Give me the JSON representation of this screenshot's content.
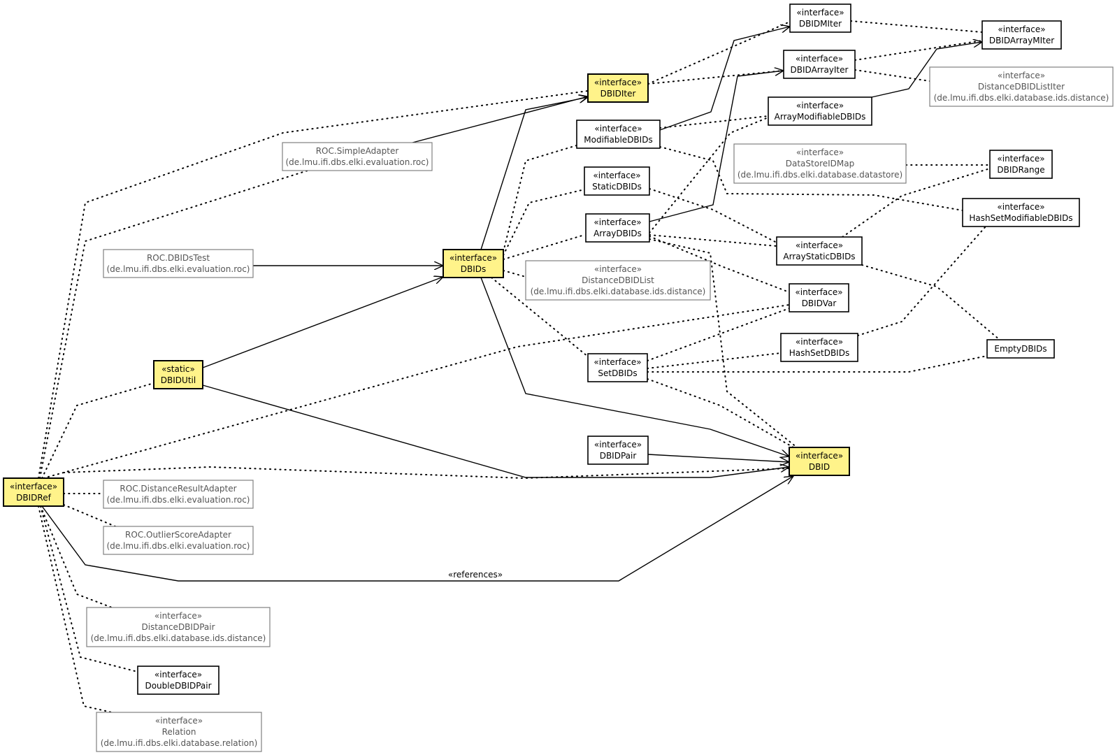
{
  "diagram": {
    "colors": {
      "highlight_fill": "#fff38a",
      "node_fill": "#ffffff",
      "node_border": "#000000",
      "external_border": "#808080",
      "external_text": "#555555",
      "edge": "#000000"
    },
    "nodes": [
      {
        "id": "DBIDMIter",
        "lines": [
          "«interface»",
          "DBIDMIter"
        ],
        "style": "plain"
      },
      {
        "id": "DBIDArrayMIter",
        "lines": [
          "«interface»",
          "DBIDArrayMIter"
        ],
        "style": "plain"
      },
      {
        "id": "DBIDArrayIter",
        "lines": [
          "«interface»",
          "DBIDArrayIter"
        ],
        "style": "plain"
      },
      {
        "id": "DistanceDBIDListIter",
        "lines": [
          "«interface»",
          "DistanceDBIDListIter",
          "(de.lmu.ifi.dbs.elki.database.ids.distance)"
        ],
        "style": "external"
      },
      {
        "id": "DBIDIter",
        "lines": [
          "«interface»",
          "DBIDIter"
        ],
        "style": "highlight"
      },
      {
        "id": "ArrayModifiableDBIDs",
        "lines": [
          "«interface»",
          "ArrayModifiableDBIDs"
        ],
        "style": "plain"
      },
      {
        "id": "ModifiableDBIDs",
        "lines": [
          "«interface»",
          "ModifiableDBIDs"
        ],
        "style": "plain"
      },
      {
        "id": "SimpleAdapter",
        "lines": [
          "ROC.SimpleAdapter",
          "(de.lmu.ifi.dbs.elki.evaluation.roc)"
        ],
        "style": "external"
      },
      {
        "id": "DataStoreIDMap",
        "lines": [
          "«interface»",
          "DataStoreIDMap",
          "(de.lmu.ifi.dbs.elki.database.datastore)"
        ],
        "style": "external"
      },
      {
        "id": "DBIDRange",
        "lines": [
          "«interface»",
          "DBIDRange"
        ],
        "style": "plain"
      },
      {
        "id": "StaticDBIDs",
        "lines": [
          "«interface»",
          "StaticDBIDs"
        ],
        "style": "plain"
      },
      {
        "id": "HashSetModifiableDBIDs",
        "lines": [
          "«interface»",
          "HashSetModifiableDBIDs"
        ],
        "style": "plain"
      },
      {
        "id": "ArrayDBIDs",
        "lines": [
          "«interface»",
          "ArrayDBIDs"
        ],
        "style": "plain"
      },
      {
        "id": "ArrayStaticDBIDs",
        "lines": [
          "«interface»",
          "ArrayStaticDBIDs"
        ],
        "style": "plain"
      },
      {
        "id": "DBIDsTest",
        "lines": [
          "ROC.DBIDsTest",
          "(de.lmu.ifi.dbs.elki.evaluation.roc)"
        ],
        "style": "external"
      },
      {
        "id": "DBIDs",
        "lines": [
          "«interface»",
          "DBIDs"
        ],
        "style": "highlight"
      },
      {
        "id": "DistanceDBIDList",
        "lines": [
          "«interface»",
          "DistanceDBIDList",
          "(de.lmu.ifi.dbs.elki.database.ids.distance)"
        ],
        "style": "external"
      },
      {
        "id": "DBIDVar",
        "lines": [
          "«interface»",
          "DBIDVar"
        ],
        "style": "plain"
      },
      {
        "id": "HashSetDBIDs",
        "lines": [
          "«interface»",
          "HashSetDBIDs"
        ],
        "style": "plain"
      },
      {
        "id": "EmptyDBIDs",
        "lines": [
          "EmptyDBIDs"
        ],
        "style": "plain"
      },
      {
        "id": "SetDBIDs",
        "lines": [
          "«interface»",
          "SetDBIDs"
        ],
        "style": "plain"
      },
      {
        "id": "DBIDUtil",
        "lines": [
          "«static»",
          "DBIDUtil"
        ],
        "style": "highlight"
      },
      {
        "id": "DBIDPair",
        "lines": [
          "«interface»",
          "DBIDPair"
        ],
        "style": "plain"
      },
      {
        "id": "DBID",
        "lines": [
          "«interface»",
          "DBID"
        ],
        "style": "highlight"
      },
      {
        "id": "DBIDRef",
        "lines": [
          "«interface»",
          "DBIDRef"
        ],
        "style": "highlight"
      },
      {
        "id": "DistanceResultAdapter",
        "lines": [
          "ROC.DistanceResultAdapter",
          "(de.lmu.ifi.dbs.elki.evaluation.roc)"
        ],
        "style": "external"
      },
      {
        "id": "OutlierScoreAdapter",
        "lines": [
          "ROC.OutlierScoreAdapter",
          "(de.lmu.ifi.dbs.elki.evaluation.roc)"
        ],
        "style": "external"
      },
      {
        "id": "DistanceDBIDPair",
        "lines": [
          "«interface»",
          "DistanceDBIDPair",
          "(de.lmu.ifi.dbs.elki.database.ids.distance)"
        ],
        "style": "external"
      },
      {
        "id": "DoubleDBIDPair",
        "lines": [
          "«interface»",
          "DoubleDBIDPair"
        ],
        "style": "plain"
      },
      {
        "id": "Relation",
        "lines": [
          "«interface»",
          "Relation",
          "(de.lmu.ifi.dbs.elki.database.relation)"
        ],
        "style": "external"
      }
    ],
    "edges": [
      {
        "from": "SimpleAdapter",
        "to": "DBIDIter",
        "kind": "solid"
      },
      {
        "from": "DBIDs",
        "to": "DBIDIter",
        "kind": "solid"
      },
      {
        "from": "ModifiableDBIDs",
        "to": "DBIDMIter",
        "kind": "solid"
      },
      {
        "from": "ArrayDBIDs",
        "to": "DBIDArrayIter",
        "kind": "solid"
      },
      {
        "from": "ArrayModifiableDBIDs",
        "to": "DBIDArrayMIter",
        "kind": "solid"
      },
      {
        "from": "DBIDsTest",
        "to": "DBIDs",
        "kind": "solid"
      },
      {
        "from": "DBIDUtil",
        "to": "DBIDs",
        "kind": "solid"
      },
      {
        "from": "DBIDUtil",
        "to": "DBID",
        "kind": "solid"
      },
      {
        "from": "DBIDs",
        "to": "DBID",
        "kind": "solid"
      },
      {
        "from": "DBIDPair",
        "to": "DBID",
        "kind": "solid"
      },
      {
        "from": "DBIDRef",
        "to": "DBID",
        "kind": "solid",
        "label": "«references»"
      },
      {
        "from": "DBIDIter",
        "to": "DBIDMIter",
        "kind": "dotted"
      },
      {
        "from": "DBIDIter",
        "to": "DBIDArrayIter",
        "kind": "dotted"
      },
      {
        "from": "DBIDMIter",
        "to": "DBIDArrayMIter",
        "kind": "dotted"
      },
      {
        "from": "DBIDArrayIter",
        "to": "DBIDArrayMIter",
        "kind": "dotted"
      },
      {
        "from": "DBIDArrayIter",
        "to": "DistanceDBIDListIter",
        "kind": "dotted"
      },
      {
        "from": "DBIDRef",
        "to": "DBIDIter",
        "kind": "dotted"
      },
      {
        "from": "DBIDRef",
        "to": "SimpleAdapter",
        "kind": "dotted"
      },
      {
        "from": "DBIDRef",
        "to": "DBIDUtil",
        "kind": "dotted"
      },
      {
        "from": "DBIDRef",
        "to": "DBIDVar",
        "kind": "dotted"
      },
      {
        "from": "DBIDRef",
        "to": "DBID",
        "kind": "dotted"
      },
      {
        "from": "DBIDRef",
        "to": "DistanceResultAdapter",
        "kind": "dotted"
      },
      {
        "from": "DBIDRef",
        "to": "OutlierScoreAdapter",
        "kind": "dotted"
      },
      {
        "from": "DBIDRef",
        "to": "DistanceDBIDPair",
        "kind": "dotted"
      },
      {
        "from": "DBIDRef",
        "to": "DoubleDBIDPair",
        "kind": "dotted"
      },
      {
        "from": "DBIDRef",
        "to": "Relation",
        "kind": "dotted"
      },
      {
        "from": "DBIDs",
        "to": "ModifiableDBIDs",
        "kind": "dotted"
      },
      {
        "from": "DBIDs",
        "to": "StaticDBIDs",
        "kind": "dotted"
      },
      {
        "from": "DBIDs",
        "to": "ArrayDBIDs",
        "kind": "dotted"
      },
      {
        "from": "DBIDs",
        "to": "DistanceDBIDList",
        "kind": "dotted"
      },
      {
        "from": "DBIDs",
        "to": "SetDBIDs",
        "kind": "dotted"
      },
      {
        "from": "ModifiableDBIDs",
        "to": "ArrayModifiableDBIDs",
        "kind": "dotted"
      },
      {
        "from": "ModifiableDBIDs",
        "to": "HashSetModifiableDBIDs",
        "kind": "dotted"
      },
      {
        "from": "ArrayDBIDs",
        "to": "ArrayModifiableDBIDs",
        "kind": "dotted"
      },
      {
        "from": "ArrayDBIDs",
        "to": "ArrayStaticDBIDs",
        "kind": "dotted"
      },
      {
        "from": "ArrayDBIDs",
        "to": "DBIDVar",
        "kind": "dotted"
      },
      {
        "from": "ArrayDBIDs",
        "to": "DBID",
        "kind": "dotted"
      },
      {
        "from": "StaticDBIDs",
        "to": "ArrayStaticDBIDs",
        "kind": "dotted"
      },
      {
        "from": "DataStoreIDMap",
        "to": "DBIDRange",
        "kind": "dotted"
      },
      {
        "from": "ArrayStaticDBIDs",
        "to": "DBIDRange",
        "kind": "dotted"
      },
      {
        "from": "ArrayStaticDBIDs",
        "to": "EmptyDBIDs",
        "kind": "dotted"
      },
      {
        "from": "SetDBIDs",
        "to": "DBIDVar",
        "kind": "dotted"
      },
      {
        "from": "SetDBIDs",
        "to": "HashSetDBIDs",
        "kind": "dotted"
      },
      {
        "from": "SetDBIDs",
        "to": "EmptyDBIDs",
        "kind": "dotted"
      },
      {
        "from": "SetDBIDs",
        "to": "DBID",
        "kind": "dotted"
      },
      {
        "from": "HashSetDBIDs",
        "to": "HashSetModifiableDBIDs",
        "kind": "dotted"
      }
    ]
  }
}
